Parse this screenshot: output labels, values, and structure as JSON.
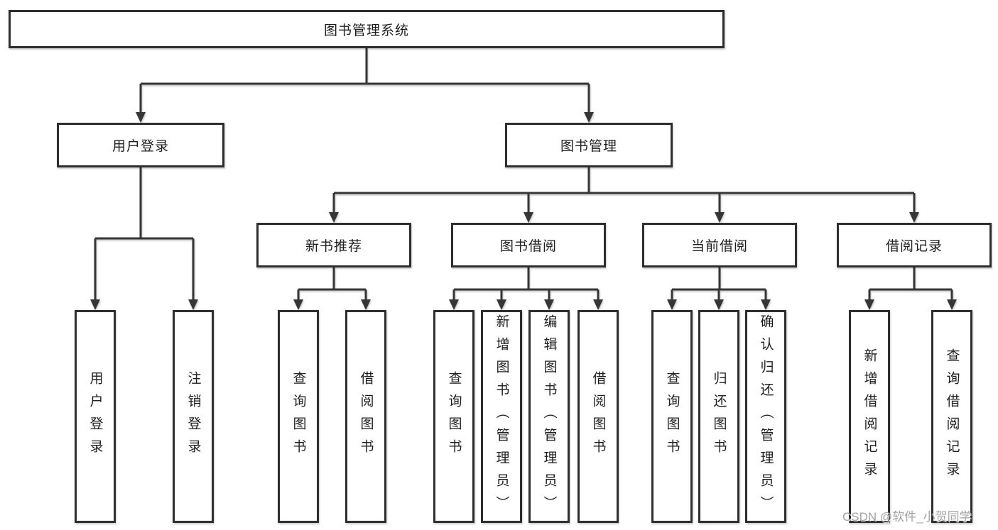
{
  "diagram": {
    "title": "图书管理系统",
    "branches": [
      {
        "label": "用户登录",
        "leaves": [
          "用户登录",
          "注销登录"
        ]
      },
      {
        "label": "图书管理",
        "children": [
          {
            "label": "新书推荐",
            "leaves": [
              "查询图书",
              "借阅图书"
            ]
          },
          {
            "label": "图书借阅",
            "leaves": [
              "查询图书",
              "新增图书（管理员）",
              "编辑图书（管理员）",
              "借阅图书"
            ]
          },
          {
            "label": "当前借阅",
            "leaves": [
              "查询图书",
              "归还图书",
              "确认归还（管理员）"
            ]
          },
          {
            "label": "借阅记录",
            "leaves": [
              "新增借阅记录",
              "查询借阅记录"
            ]
          }
        ]
      }
    ]
  },
  "watermark": {
    "text": "CSDN @软件_小贺同学",
    "color": "#a3a3a3"
  },
  "colors": {
    "line": "#363636",
    "box_border": "#2e2e2e",
    "box_fill": "#ffffff",
    "text": "#1e1e1e",
    "background": "#ffffff"
  }
}
